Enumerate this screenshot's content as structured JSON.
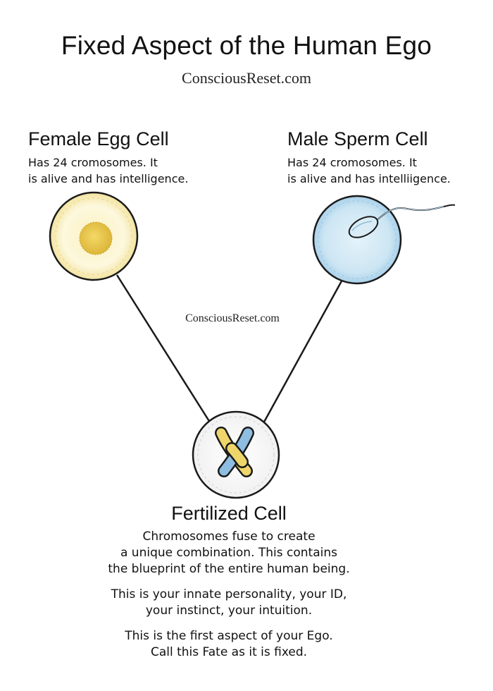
{
  "header": {
    "title": "Fixed Aspect of the Human Ego",
    "site": "ConsciousReset.com"
  },
  "watermark": "ConsciousReset.com",
  "egg": {
    "heading": "Female Egg Cell",
    "lines": [
      "Has 24 cromosomes. It",
      "is alive and has intelligence."
    ],
    "colors": {
      "nucleus": "#e9c74a",
      "glow": "#f6e59c"
    }
  },
  "sperm": {
    "heading": "Male Sperm Cell",
    "lines": [
      "Has 24 cromosomes. It",
      "is alive and has intelliigence."
    ],
    "colors": {
      "cell": "#b8dcef",
      "sperm": "#d9ecf5"
    }
  },
  "fertilized": {
    "heading": "Fertilized Cell",
    "paragraphs": [
      [
        "Chromosomes fuse to create",
        "a unique combination. This contains",
        "the blueprint of the entire human being."
      ],
      [
        "This is your innate personality, your ID,",
        "your instinct, your intuition."
      ],
      [
        "This is the first aspect of your Ego.",
        "Call this Fate as it is fixed."
      ]
    ],
    "colors": {
      "chromosome_yellow": "#efd66b",
      "chromosome_blue": "#8dbde0"
    }
  }
}
